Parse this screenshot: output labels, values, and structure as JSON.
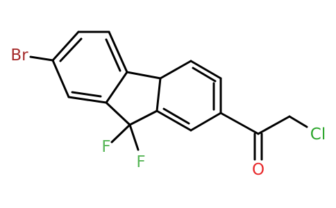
{
  "molecule": {
    "atoms": {
      "bromine": {
        "text": "Br",
        "color": "#a52a2a"
      },
      "fluorine_1": {
        "text": "F",
        "color": "#55b555"
      },
      "fluorine_2": {
        "text": "F",
        "color": "#55b555"
      },
      "oxygen": {
        "text": "O",
        "color": "#e8282a"
      },
      "chlorine": {
        "text": "Cl",
        "color": "#2aa52a"
      }
    },
    "bond_color": "#000000"
  }
}
